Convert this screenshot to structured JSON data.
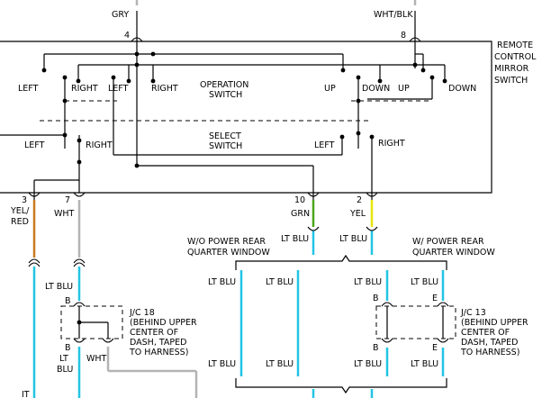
{
  "colors": {
    "ltblu": "#22c4e4",
    "orange": "#c87a1e",
    "grey": "#b4b4b4",
    "green": "#4ca61a",
    "yellow": "#e6e60a",
    "black": "#000000"
  },
  "labels": {
    "gry": "GRY",
    "whtblk": "WHT/BLK",
    "pin4": "4",
    "pin8": "8",
    "remote1": "REMOTE",
    "remote2": "CONTROL",
    "remote3": "MIRROR",
    "remote4": "SWITCH",
    "op1": "OPERATION",
    "op2": "SWITCH",
    "sel1": "SELECT",
    "sel2": "SWITCH",
    "left_a": "LEFT",
    "right_a": "RIGHT",
    "left_b": "LEFT",
    "right_b": "RIGHT",
    "up_a": "UP",
    "down_a": "DOWN",
    "up_b": "UP",
    "down_b": "DOWN",
    "sel_left_a": "LEFT",
    "sel_right_a": "RIGHT",
    "sel_left_b": "LEFT",
    "sel_right_b": "RIGHT",
    "pin3": "3",
    "pin7": "7",
    "pin10": "10",
    "pin2": "2",
    "yel_red_1": "YEL/",
    "yel_red_2": "RED",
    "wht": "WHT",
    "grn": "GRN",
    "yel": "YEL",
    "ltblu_10": "LT BLU",
    "ltblu_2": "LT BLU",
    "wo_1": "W/O POWER REAR",
    "wo_2": "QUARTER WINDOW",
    "w_1": "W/ POWER REAR",
    "w_2": "QUARTER WINDOW",
    "ltblu_jc18": "LT BLU",
    "jc18_b1": "B",
    "jc18_b2": "B",
    "jc18_1": "J/C 18",
    "jc18_2": "(BEHIND UPPER",
    "jc18_3": "CENTER OF",
    "jc18_4": "DASH, TAPED",
    "jc18_5": "TO HARNESS)",
    "ltblu_under_1": "LT",
    "ltblu_under_2": "BLU",
    "wht_jc18": "WHT",
    "it": "IT",
    "ltblu_w1": "LT BLU",
    "ltblu_w2": "LT BLU",
    "ltblu_w3": "LT BLU",
    "ltblu_w4": "LT BLU",
    "ltblu_bot1": "LT BLU",
    "ltblu_bot2": "LT BLU",
    "ltblu_bot3": "LT BLU",
    "ltblu_bot4": "LT BLU",
    "jc13_b1": "B",
    "jc13_e1": "E",
    "jc13_b2": "B",
    "jc13_e2": "E",
    "jc13_1": "J/C 13",
    "jc13_2": "(BEHIND UPPER",
    "jc13_3": "CENTER OF",
    "jc13_4": "DASH, TAPED",
    "jc13_5": "TO HARNESS)"
  }
}
